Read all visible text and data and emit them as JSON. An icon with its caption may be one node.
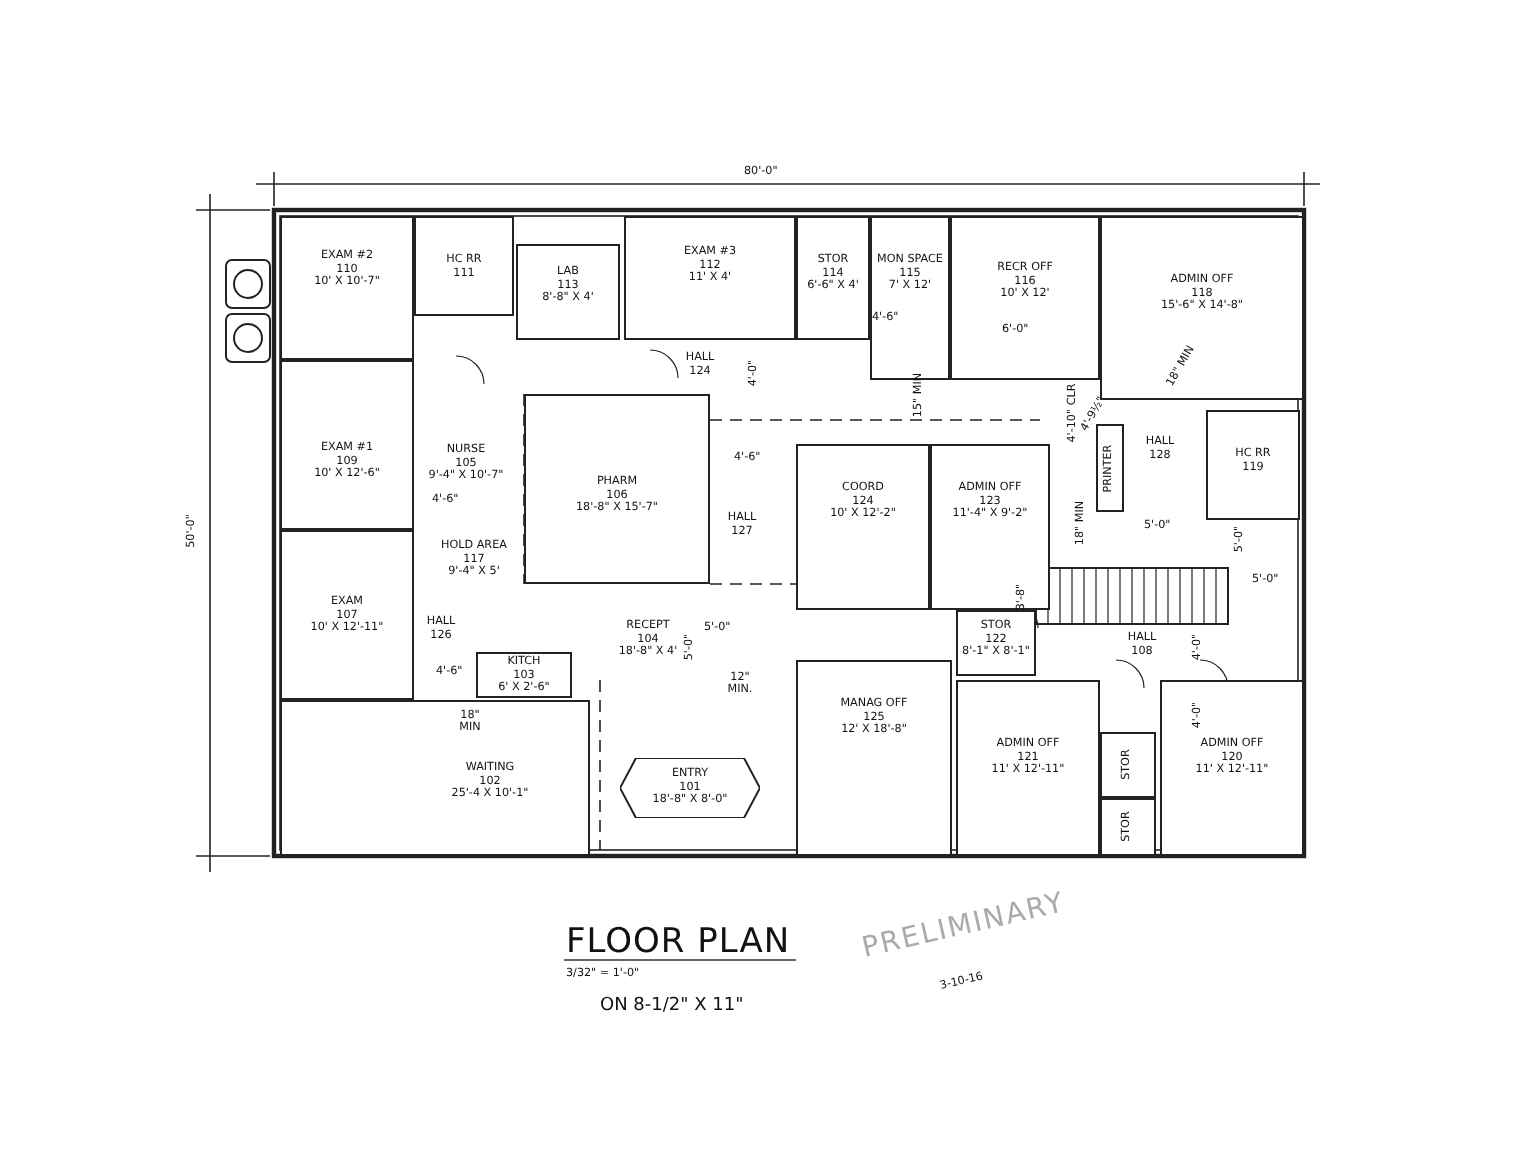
{
  "diagram": {
    "title": "FLOOR PLAN",
    "nodes": [
      {
        "text": [
          "EXAM #2",
          "110",
          "10' X 10'-7\""
        ]
      },
      {
        "text": [
          "HC RR",
          "111"
        ]
      },
      {
        "text": [
          "LAB",
          "113",
          "8'-8\" X 4'"
        ]
      },
      {
        "text": [
          "EXAM #3",
          "112",
          "11' X 4'"
        ]
      },
      {
        "text": [
          "STOR",
          "114",
          "6'-6\" X 4'"
        ]
      },
      {
        "text": [
          "MON SPACE",
          "115",
          "7' X 12'"
        ]
      },
      {
        "text": [
          "RECR OFF",
          "116",
          "10' X 12'"
        ]
      },
      {
        "text": [
          "ADMIN OFF",
          "118",
          "15'-6\" X 14'-8\""
        ]
      },
      {
        "text": [
          "HALL",
          "124"
        ]
      },
      {
        "text": [
          "EXAM #1",
          "109",
          "10' X 12'-6\""
        ]
      },
      {
        "text": [
          "NURSE",
          "105",
          "9'-4\" X 10'-7\""
        ]
      },
      {
        "text": [
          "PHARM",
          "106",
          "18'-8\" X 15'-7\""
        ]
      },
      {
        "text": [
          "COORD",
          "124",
          "10' X 12'-2\""
        ]
      },
      {
        "text": [
          "ADMIN OFF",
          "123",
          "11'-4\" X 9'-2\""
        ]
      },
      {
        "text": [
          "PRINTER"
        ]
      },
      {
        "text": [
          "HALL",
          "128"
        ]
      },
      {
        "text": [
          "HC RR",
          "119"
        ]
      },
      {
        "text": [
          "HALL",
          "127"
        ]
      },
      {
        "text": [
          "HOLD AREA",
          "117",
          "9'-4\" X 5'"
        ]
      },
      {
        "text": [
          "EXAM",
          "107",
          "10' X 12'-11\""
        ]
      },
      {
        "text": [
          "HALL",
          "126"
        ]
      },
      {
        "text": [
          "KITCH",
          "103",
          "6' X 2'-6\""
        ]
      },
      {
        "text": [
          "RECEPT",
          "104",
          "18'-8\" X 4'"
        ]
      },
      {
        "text": [
          "STOR",
          "122",
          "8'-1\" X 8'-1\""
        ]
      },
      {
        "text": [
          "HALL",
          "108"
        ]
      },
      {
        "text": [
          "MANAG OFF",
          "125",
          "12' X 18'-8\""
        ]
      },
      {
        "text": [
          "WAITING",
          "102",
          "25'-4 X 10'-1\""
        ]
      },
      {
        "text": [
          "ENTRY",
          "101",
          "18'-8\" X 8'-0\""
        ]
      },
      {
        "text": [
          "ADMIN OFF",
          "121",
          "11' X 12'-11\""
        ]
      },
      {
        "text": [
          "STOR"
        ]
      },
      {
        "text": [
          "STOR"
        ]
      },
      {
        "text": [
          "ADMIN OFF",
          "120",
          "11' X 12'-11\""
        ]
      }
    ],
    "labels": [
      "80'-0\"",
      "50'-0\"",
      "4'-0\"",
      "4'-6\"",
      "4'-6\"",
      "4'-6\"",
      "6'-0\"",
      "15\" MIN",
      "18\" MIN",
      "4'-10\" CLR",
      "4'-9½\"",
      "18\" MIN",
      "5'-0\"",
      "5'-0\"",
      "5'-0\"",
      "3'-8\"",
      "4'-0\"",
      "4'-0\"",
      "5'-0\"",
      "5'-0\"",
      "12\" MIN.",
      "18\" MIN",
      "4'-6\"",
      "3/32\" = 1'-0\"",
      "ON 8-1/2\" X 11\"",
      "PRELIMINARY",
      "3-10-16"
    ]
  }
}
